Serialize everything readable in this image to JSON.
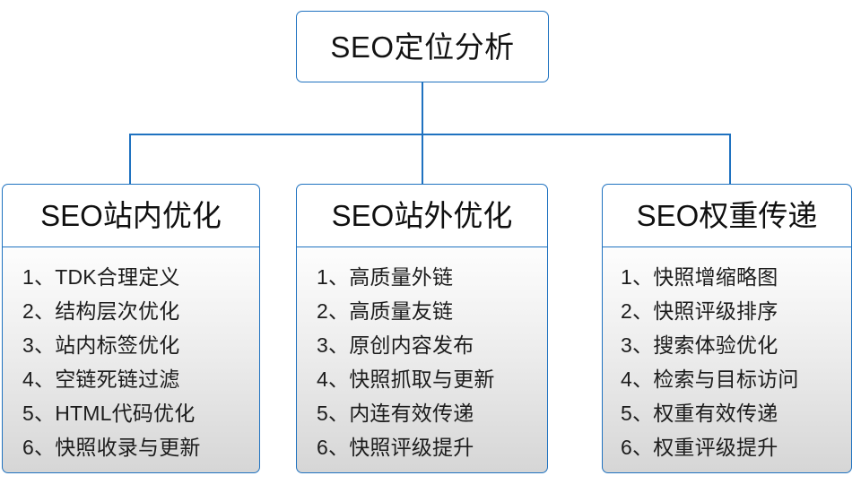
{
  "diagram": {
    "type": "tree",
    "root": {
      "label": "SEO定位分析"
    },
    "accent_color": "#1f72c0",
    "branches": [
      {
        "header": "SEO站内优化",
        "items": [
          "1、TDK合理定义",
          "2、结构层次优化",
          "3、站内标签优化",
          "4、空链死链过滤",
          "5、HTML代码优化",
          "6、快照收录与更新"
        ]
      },
      {
        "header": "SEO站外优化",
        "items": [
          "1、高质量外链",
          "2、高质量友链",
          "3、原创内容发布",
          "4、快照抓取与更新",
          "5、内连有效传递",
          "6、快照评级提升"
        ]
      },
      {
        "header": "SEO权重传递",
        "items": [
          "1、快照增缩略图",
          "2、快照评级排序",
          "3、搜索体验优化",
          "4、检索与目标访问",
          "5、权重有效传递",
          "6、权重评级提升"
        ]
      }
    ]
  }
}
